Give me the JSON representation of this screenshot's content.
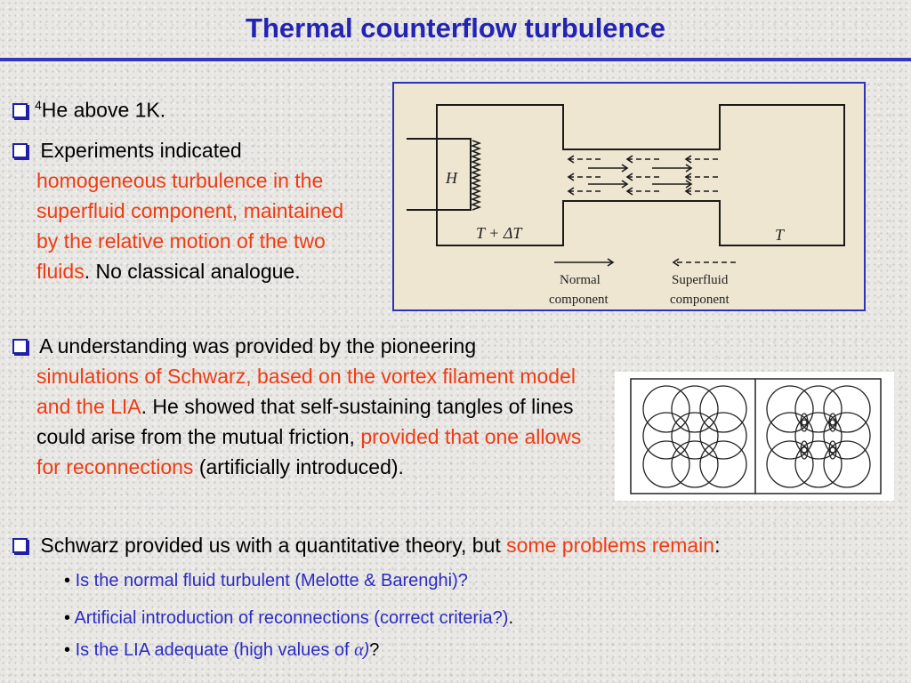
{
  "title": "Thermal counterflow turbulence",
  "b1": {
    "sup": "4",
    "text": "He above 1K."
  },
  "b2": {
    "t1": " Experiments indicated",
    "red": "homogeneous turbulence in the superfluid component, maintained by the relative motion of the two fluids",
    "t2": ".  No classical analogue."
  },
  "b3": {
    "t1": " A understanding was provided by the pioneering",
    "red1": "simulations of Schwarz,  based on the vortex filament model and the LIA",
    "t2": ".  He showed that  self-sustaining tangles of lines could arise from the mutual friction, ",
    "red2": " provided that one allows for reconnections",
    "t3": " (artificially introduced)."
  },
  "b4": {
    "t1": " Schwarz provided us with a quantitative theory,  but ",
    "red": "some problems remain",
    "t2": ":"
  },
  "subs": [
    {
      "text": "Is the normal fluid turbulent (Melotte & Barenghi)?",
      "end": ""
    },
    {
      "text": "Artificial introduction of reconnections (correct criteria?)",
      "end": "."
    },
    {
      "text": "Is the LIA adequate (high values of ",
      "alpha": "α",
      "close": ")",
      "end": "?"
    }
  ],
  "figure1": {
    "heater": "H",
    "left_temp": "T + ΔT",
    "right_temp": "T",
    "normal": [
      "Normal",
      "component"
    ],
    "superfluid": [
      "Superfluid",
      "component"
    ]
  },
  "colors": {
    "title": "#2323b4",
    "highlight": "#ef3b12",
    "sub_bullets": "#2b2bc4",
    "rule": "#3535b8"
  }
}
